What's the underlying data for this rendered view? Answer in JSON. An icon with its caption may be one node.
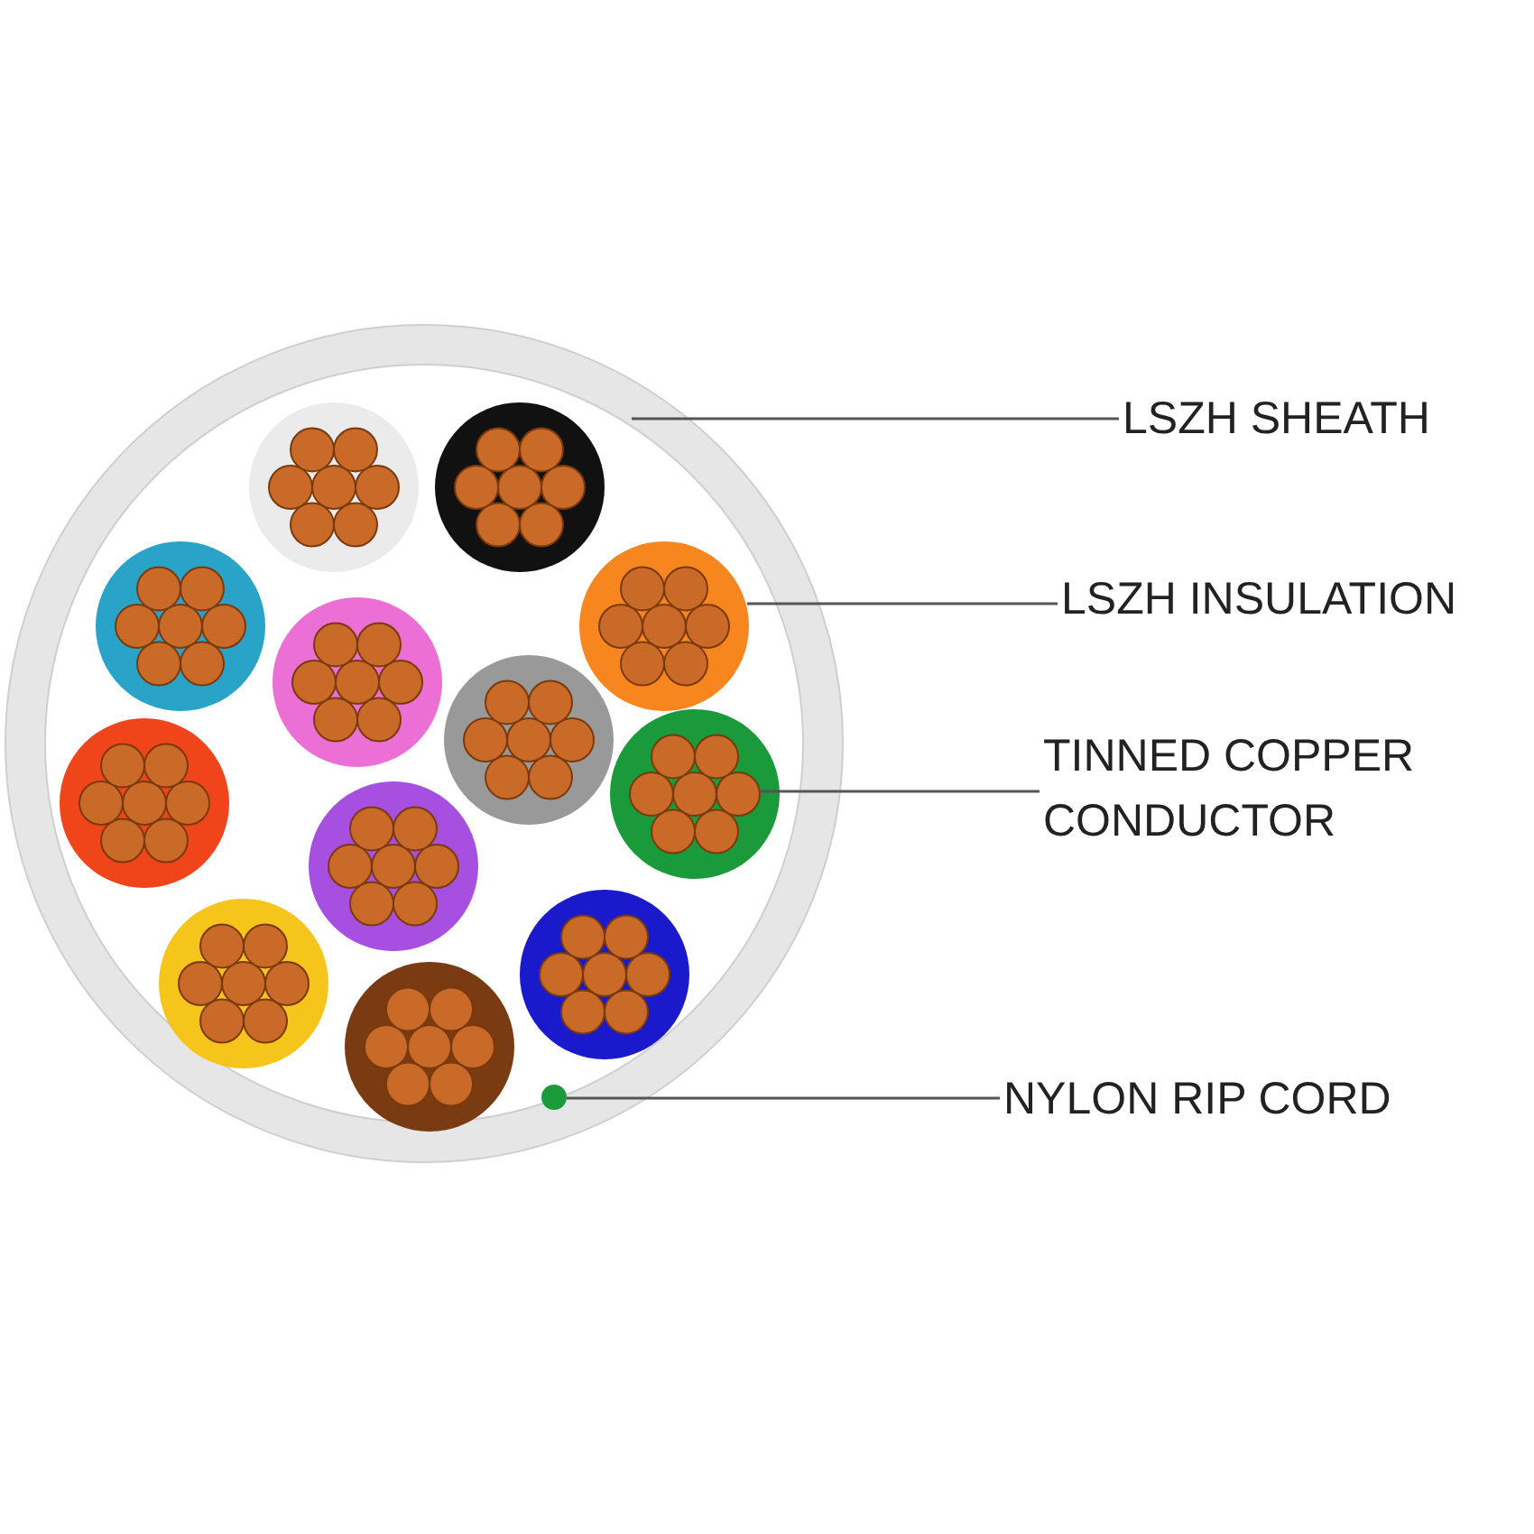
{
  "diagram": {
    "nodes": [
      {
        "text": [
          "LSZH SHEATH"
        ]
      },
      {
        "text": [],
        "shape": "ring"
      },
      {
        "text": [
          "LSZH INSULATION"
        ]
      },
      {
        "text": [],
        "shape": "circle",
        "in": 1
      },
      {
        "text": [
          "TINNED COPPER CONDUCTOR"
        ]
      },
      {
        "text": [],
        "shape": "circle",
        "in": 1
      },
      {
        "text": [
          "NYLON RIP CORD"
        ]
      },
      {
        "text": [],
        "shape": "circle",
        "in": 1
      }
    ],
    "edges": [
      {
        "from": 0,
        "to": 1,
        "arrow": "none"
      },
      {
        "from": 2,
        "to": 3,
        "arrow": "none"
      },
      {
        "from": 4,
        "to": 5,
        "arrow": "none"
      },
      {
        "from": 6,
        "to": 7,
        "arrow": "none"
      }
    ]
  }
}
